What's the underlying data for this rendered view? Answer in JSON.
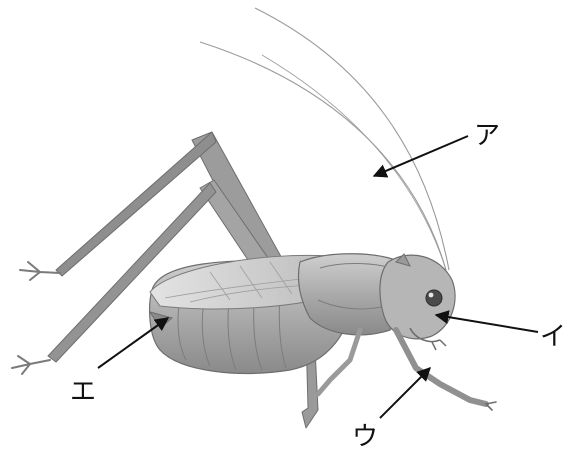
{
  "figure": {
    "subject_icon": "katydid-illustration",
    "colors": {
      "body": "#a9a9a9",
      "body_light": "#d2d2d2",
      "body_dark": "#6e6e6e",
      "leg": "#8c8c8c",
      "antenna": "#9a9a9a",
      "arrow": "#111111"
    },
    "callouts": [
      {
        "id": "a",
        "label": "ア"
      },
      {
        "id": "i",
        "label": "イ"
      },
      {
        "id": "u",
        "label": "ウ"
      },
      {
        "id": "e",
        "label": "エ"
      }
    ]
  }
}
